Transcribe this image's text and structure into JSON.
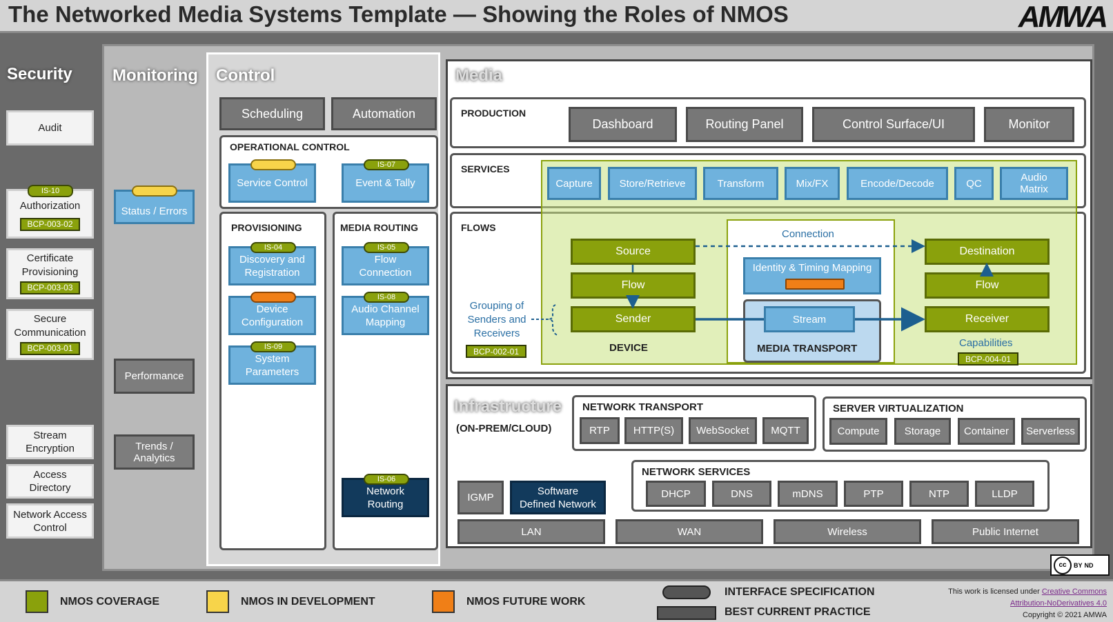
{
  "title": "The Networked Media Systems Template",
  "title_sep": "—",
  "subtitle": "Showing the Roles of NMOS",
  "logo": "AMWA",
  "columns": {
    "security": "Security",
    "monitoring": "Monitoring",
    "control": "Control",
    "media": "Media",
    "infrastructure": "Infrastructure",
    "infrastructure_sub": "(ON-PREM/CLOUD)"
  },
  "security": {
    "audit": "Audit",
    "authorization": {
      "label": "Authorization",
      "spec": "IS-10",
      "bcp": "BCP-003-02"
    },
    "cert": {
      "label1": "Certificate",
      "label2": "Provisioning",
      "bcp": "BCP-003-03"
    },
    "secure": {
      "label1": "Secure",
      "label2": "Communication",
      "bcp": "BCP-003-01"
    },
    "stream_enc": {
      "label1": "Stream",
      "label2": "Encryption"
    },
    "access_dir": {
      "label1": "Access",
      "label2": "Directory"
    },
    "nac": {
      "label1": "Network Access",
      "label2": "Control"
    }
  },
  "monitoring": {
    "status": "Status / Errors",
    "performance": "Performance",
    "trends1": "Trends /",
    "trends2": "Analytics"
  },
  "control": {
    "scheduling": "Scheduling",
    "automation": "Automation",
    "operational": "OPERATIONAL CONTROL",
    "service_control": "Service Control",
    "event_tally": "Event & Tally",
    "event_spec": "IS-07",
    "provisioning": "PROVISIONING",
    "media_routing": "MEDIA ROUTING",
    "discovery1": "Discovery and",
    "discovery2": "Registration",
    "discovery_spec": "IS-04",
    "device1": "Device",
    "device2": "Configuration",
    "sysparam1": "System",
    "sysparam2": "Parameters",
    "sysparam_spec": "IS-09",
    "flowconn1": "Flow",
    "flowconn2": "Connection",
    "flowconn_spec": "IS-05",
    "audio1": "Audio Channel",
    "audio2": "Mapping",
    "audio_spec": "IS-08",
    "netrouting1": "Network",
    "netrouting2": "Routing",
    "netrouting_spec": "IS-06"
  },
  "media": {
    "production": "PRODUCTION",
    "production_items": [
      "Dashboard",
      "Routing Panel",
      "Control Surface/UI",
      "Monitor"
    ],
    "services": "SERVICES",
    "services_items": [
      "Capture",
      "Store/Retrieve",
      "Transform",
      "Mix/FX",
      "Encode/Decode",
      "QC"
    ],
    "audio_matrix1": "Audio",
    "audio_matrix2": "Matrix",
    "flows": "FLOWS",
    "grouping1": "Grouping of",
    "grouping2": "Senders and",
    "grouping3": "Receivers",
    "grouping_bcp": "BCP-002-01",
    "source": "Source",
    "flow": "Flow",
    "sender": "Sender",
    "device": "DEVICE",
    "connection": "Connection",
    "identity": "Identity & Timing Mapping",
    "stream": "Stream",
    "media_transport": "MEDIA TRANSPORT",
    "destination": "Destination",
    "flow2": "Flow",
    "receiver": "Receiver",
    "capabilities": "Capabilities",
    "capabilities_bcp": "BCP-004-01"
  },
  "infra": {
    "network_transport": "NETWORK TRANSPORT",
    "nt_items": [
      "RTP",
      "HTTP(S)",
      "WebSocket",
      "MQTT"
    ],
    "server_virt": "SERVER VIRTUALIZATION",
    "sv_items": [
      "Compute",
      "Storage",
      "Container",
      "Serverless"
    ],
    "network_services": "NETWORK SERVICES",
    "ns_items": [
      "DHCP",
      "DNS",
      "mDNS",
      "PTP",
      "NTP",
      "LLDP"
    ],
    "igmp": "IGMP",
    "sdn1": "Software",
    "sdn2": "Defined Network",
    "bottom_items": [
      "LAN",
      "WAN",
      "Wireless",
      "Public Internet"
    ]
  },
  "legend": {
    "coverage": "NMOS COVERAGE",
    "development": "NMOS IN DEVELOPMENT",
    "future": "NMOS FUTURE WORK",
    "interface": "INTERFACE SPECIFICATION",
    "bcp": "BEST CURRENT PRACTICE",
    "license_prefix": "This work is licensed under",
    "license_link1": "Creative Commons",
    "license_link2": "Attribution-NoDerivatives 4.0",
    "copyright": "Copyright © 2021 AMWA",
    "cc_badge": "cc",
    "by": "BY",
    "nd": "ND"
  },
  "colors": {
    "coverage": "#8aa10c",
    "development": "#f7d44a",
    "future": "#f07f17",
    "blue": "#6fb2dd",
    "navy": "#123a5c"
  }
}
